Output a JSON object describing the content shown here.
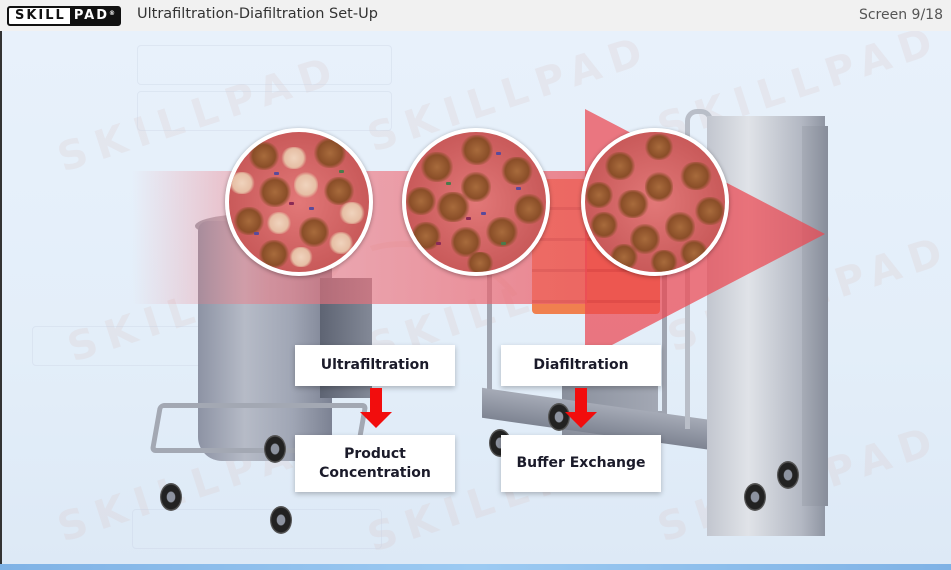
{
  "header": {
    "logo": {
      "part1": "SKILL",
      "part2": "PAD",
      "registered": "®"
    },
    "title": "Ultrafiltration-Diafiltration Set-Up",
    "screen_counter": "Screen 9/18"
  },
  "diagram": {
    "flow_arrow": {
      "direction": "right",
      "color": "#eb4650"
    },
    "circles": [
      {
        "name": "magnified-view-start",
        "description": "proteins with large and small particles"
      },
      {
        "name": "magnified-view-middle",
        "description": "proteins with small particles"
      },
      {
        "name": "magnified-view-end",
        "description": "purified proteins"
      }
    ],
    "processes": [
      {
        "label": "Ultrafiltration",
        "result": "Product Concentration"
      },
      {
        "label": "Diafiltration",
        "result": "Buffer Exchange"
      }
    ],
    "arrow_color": "#f20d0d"
  },
  "watermark": "SKILLPAD"
}
